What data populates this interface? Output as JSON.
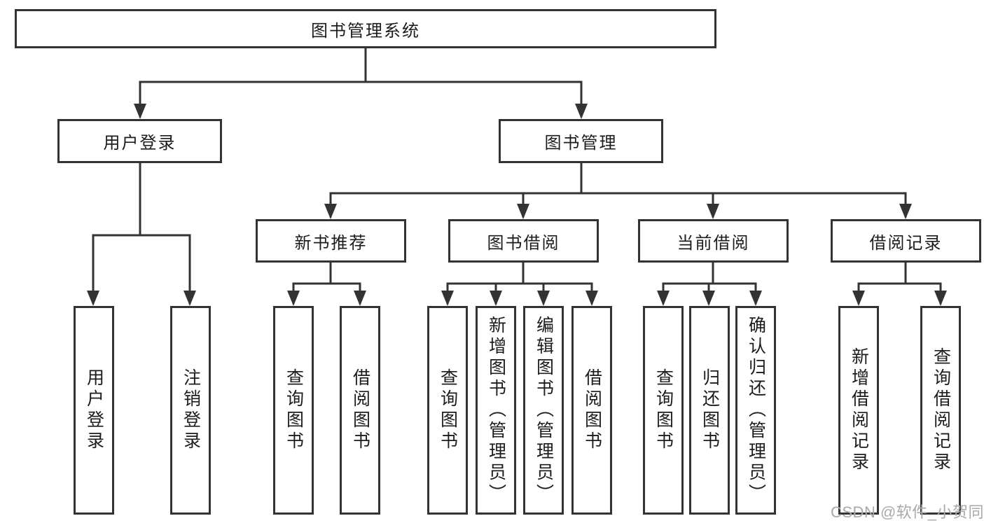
{
  "tree": {
    "label": "图书管理系统",
    "children": [
      {
        "label": "用户登录",
        "children": [
          {
            "label": "用户登录"
          },
          {
            "label": "注销登录"
          }
        ]
      },
      {
        "label": "图书管理",
        "children": [
          {
            "label": "新书推荐",
            "children": [
              {
                "label": "查询图书"
              },
              {
                "label": "借阅图书"
              }
            ]
          },
          {
            "label": "图书借阅",
            "children": [
              {
                "label": "查询图书"
              },
              {
                "label": "新增图书（管理员）"
              },
              {
                "label": "编辑图书（管理员）"
              },
              {
                "label": "借阅图书"
              }
            ]
          },
          {
            "label": "当前借阅",
            "children": [
              {
                "label": "查询图书"
              },
              {
                "label": "归还图书"
              },
              {
                "label": "确认归还（管理员）"
              }
            ]
          },
          {
            "label": "借阅记录",
            "children": [
              {
                "label": "新增借阅记录"
              },
              {
                "label": "查询借阅记录"
              }
            ]
          }
        ]
      }
    ]
  },
  "watermark": {
    "text": "CSDN @软件_小贺同学"
  },
  "colors": {
    "line": "#333333",
    "box_border": "#333333",
    "text": "#1c1c1c",
    "watermark_text": "#a9a9a9",
    "background": "#ffffff"
  }
}
